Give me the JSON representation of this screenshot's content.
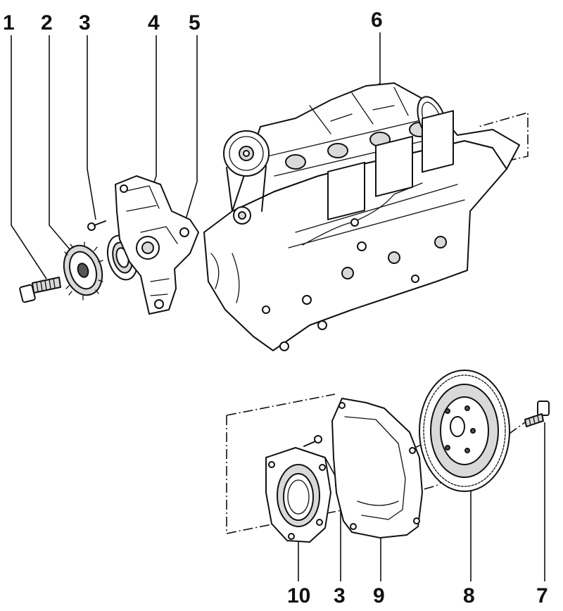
{
  "callouts": [
    {
      "id": "1",
      "label": "1"
    },
    {
      "id": "2",
      "label": "2"
    },
    {
      "id": "3a",
      "label": "3"
    },
    {
      "id": "4",
      "label": "4"
    },
    {
      "id": "5",
      "label": "5"
    },
    {
      "id": "6",
      "label": "6"
    },
    {
      "id": "10",
      "label": "10"
    },
    {
      "id": "3b",
      "label": "3"
    },
    {
      "id": "9",
      "label": "9"
    },
    {
      "id": "8",
      "label": "8"
    },
    {
      "id": "7",
      "label": "7"
    }
  ],
  "colors": {
    "ink": "#111111",
    "paper": "#ffffff"
  }
}
